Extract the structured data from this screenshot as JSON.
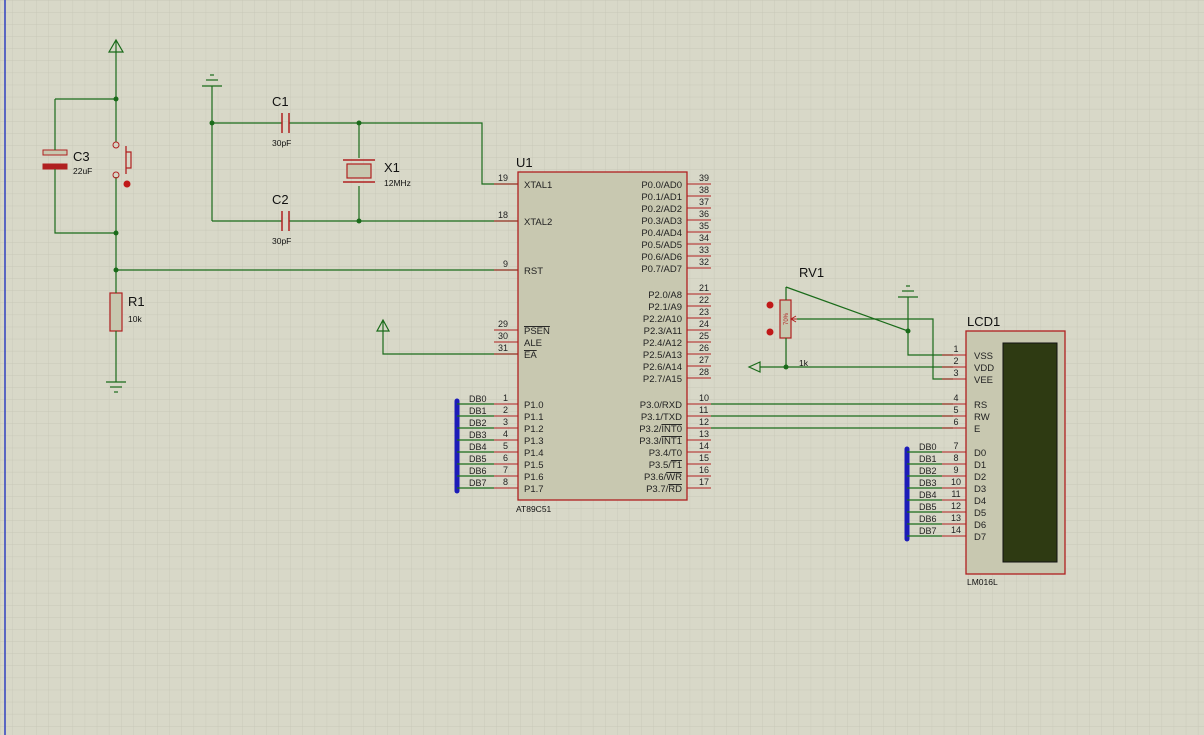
{
  "colors": {
    "background": "#d8d8c8",
    "grid": "#c4c4b4",
    "wire": "#1a6b1a",
    "component_outline": "#b02020",
    "component_fill": "#c8c8b0",
    "bus": "#1c1cb8",
    "lcd_screen": "#2e3a12"
  },
  "components": {
    "c1": {
      "ref": "C1",
      "value": "30pF"
    },
    "c2": {
      "ref": "C2",
      "value": "30pF"
    },
    "c3": {
      "ref": "C3",
      "value": "22uF"
    },
    "x1": {
      "ref": "X1",
      "value": "12MHz"
    },
    "r1": {
      "ref": "R1",
      "value": "10k"
    },
    "rv1": {
      "ref": "RV1",
      "value": "1k",
      "body_text": "70%"
    },
    "u1": {
      "ref": "U1",
      "part": "AT89C51"
    },
    "lcd1": {
      "ref": "LCD1",
      "part": "LM016L"
    }
  },
  "u1": {
    "left_pins": [
      {
        "num": "19",
        "name": "XTAL1"
      },
      {
        "num": "18",
        "name": "XTAL2"
      },
      {
        "num": "9",
        "name": "RST"
      },
      {
        "num": "29",
        "name": "PSEN"
      },
      {
        "num": "30",
        "name": "ALE"
      },
      {
        "num": "31",
        "name": "EA"
      },
      {
        "num": "1",
        "name": "P1.0"
      },
      {
        "num": "2",
        "name": "P1.1"
      },
      {
        "num": "3",
        "name": "P1.2"
      },
      {
        "num": "4",
        "name": "P1.3"
      },
      {
        "num": "5",
        "name": "P1.4"
      },
      {
        "num": "6",
        "name": "P1.5"
      },
      {
        "num": "7",
        "name": "P1.6"
      },
      {
        "num": "8",
        "name": "P1.7"
      }
    ],
    "right_pins": [
      {
        "num": "39",
        "name": "P0.0/AD0"
      },
      {
        "num": "38",
        "name": "P0.1/AD1"
      },
      {
        "num": "37",
        "name": "P0.2/AD2"
      },
      {
        "num": "36",
        "name": "P0.3/AD3"
      },
      {
        "num": "35",
        "name": "P0.4/AD4"
      },
      {
        "num": "34",
        "name": "P0.5/AD5"
      },
      {
        "num": "33",
        "name": "P0.6/AD6"
      },
      {
        "num": "32",
        "name": "P0.7/AD7"
      },
      {
        "num": "21",
        "name": "P2.0/A8"
      },
      {
        "num": "22",
        "name": "P2.1/A9"
      },
      {
        "num": "23",
        "name": "P2.2/A10"
      },
      {
        "num": "24",
        "name": "P2.3/A11"
      },
      {
        "num": "25",
        "name": "P2.4/A12"
      },
      {
        "num": "26",
        "name": "P2.5/A13"
      },
      {
        "num": "27",
        "name": "P2.6/A14"
      },
      {
        "num": "28",
        "name": "P2.7/A15"
      },
      {
        "num": "10",
        "name": "P3.0/RXD"
      },
      {
        "num": "11",
        "name": "P3.1/TXD"
      },
      {
        "num": "12",
        "name": "P3.2/INT0"
      },
      {
        "num": "13",
        "name": "P3.3/INT1"
      },
      {
        "num": "14",
        "name": "P3.4/T0"
      },
      {
        "num": "15",
        "name": "P3.5/T1"
      },
      {
        "num": "16",
        "name": "P3.6/WR"
      },
      {
        "num": "17",
        "name": "P3.7/RD"
      }
    ],
    "bus_labels": [
      "DB0",
      "DB1",
      "DB2",
      "DB3",
      "DB4",
      "DB5",
      "DB6",
      "DB7"
    ]
  },
  "lcd": {
    "pins": [
      {
        "num": "1",
        "name": "VSS"
      },
      {
        "num": "2",
        "name": "VDD"
      },
      {
        "num": "3",
        "name": "VEE"
      },
      {
        "num": "4",
        "name": "RS"
      },
      {
        "num": "5",
        "name": "RW"
      },
      {
        "num": "6",
        "name": "E"
      },
      {
        "num": "7",
        "name": "D0"
      },
      {
        "num": "8",
        "name": "D1"
      },
      {
        "num": "9",
        "name": "D2"
      },
      {
        "num": "10",
        "name": "D3"
      },
      {
        "num": "11",
        "name": "D4"
      },
      {
        "num": "12",
        "name": "D5"
      },
      {
        "num": "13",
        "name": "D6"
      },
      {
        "num": "14",
        "name": "D7"
      }
    ],
    "bus_labels": [
      "DB0",
      "DB1",
      "DB2",
      "DB3",
      "DB4",
      "DB5",
      "DB6",
      "DB7"
    ]
  }
}
